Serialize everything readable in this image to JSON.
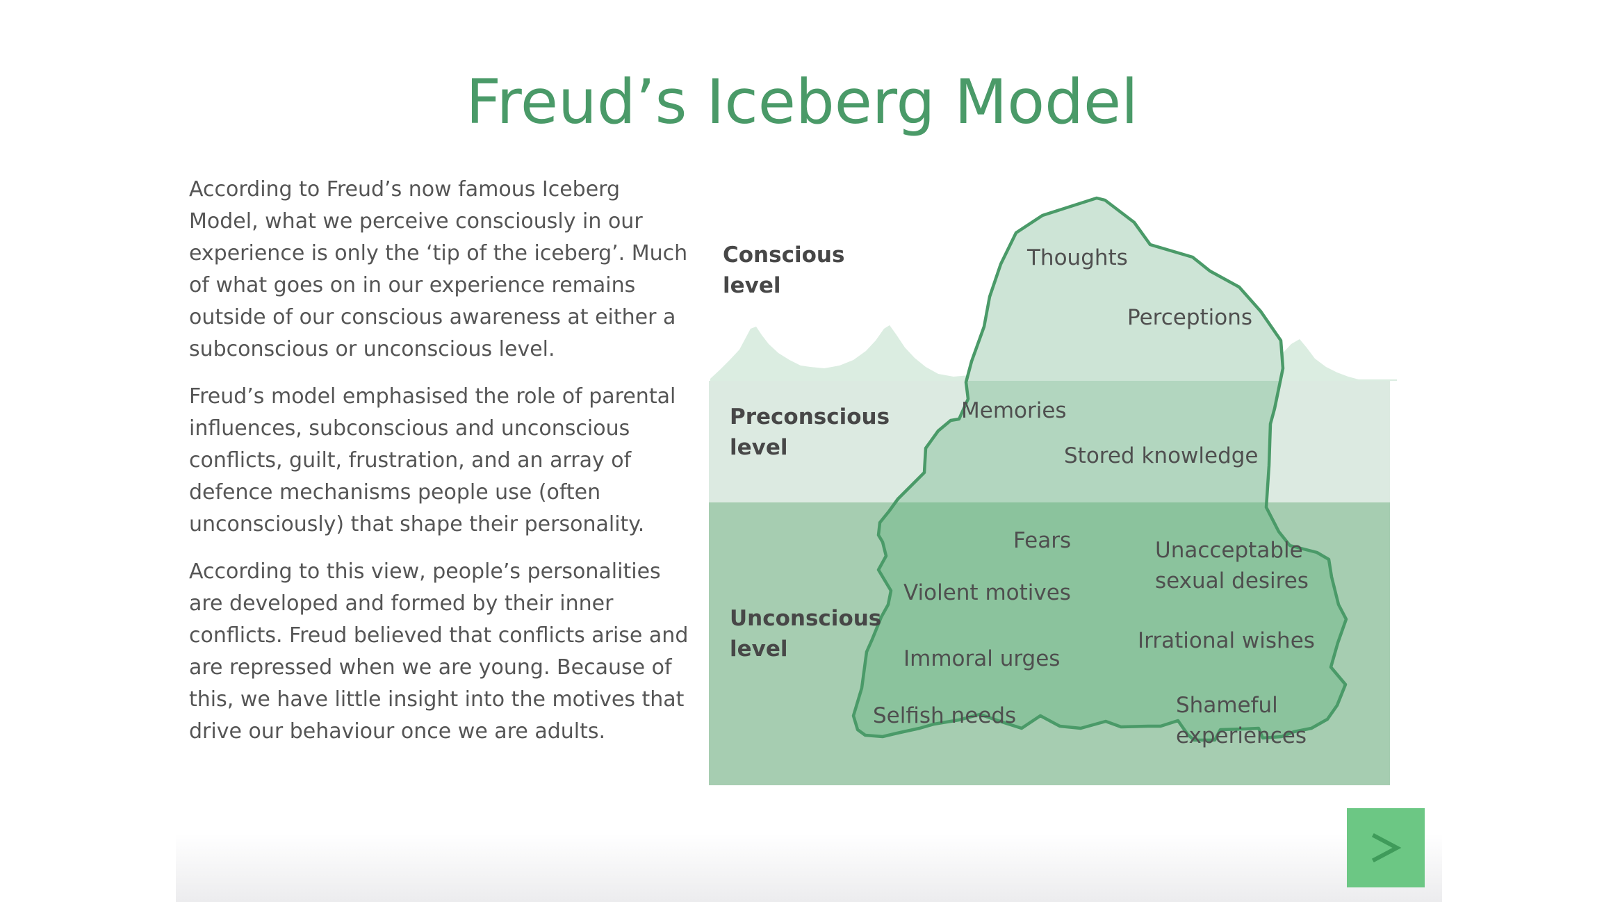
{
  "title": "Freud’s Iceberg Model",
  "paragraphs": [
    "According to Freud’s now famous Iceberg Model, what we perceive consciously in our experience is only the ‘tip of the iceberg’. Much of what goes on in our experience remains outside of our conscious awareness at either a subconscious or unconscious level.",
    "Freud’s model emphasised the role of parental influences, subconscious and unconscious conflicts, guilt, frustration, and an array of defence mechanisms people use (often unconsciously) that shape their personality.",
    "According to this view, people’s personalities are developed and formed by their inner conflicts.  Freud believed that conflicts arise and are repressed when we are young. Because of this, we have little insight into the motives that drive our behaviour once we are adults."
  ],
  "diagram": {
    "levels": {
      "conscious": [
        "Conscious",
        "level"
      ],
      "preconscious": [
        "Preconscious",
        "level"
      ],
      "unconscious": [
        "Unconscious",
        "level"
      ]
    },
    "items": {
      "thoughts": "Thoughts",
      "perceptions": "Perceptions",
      "memories": "Memories",
      "stored_knowledge": "Stored knowledge",
      "fears": "Fears",
      "unacceptable_sexual_desires": [
        "Unacceptable",
        "sexual desires"
      ],
      "violent_motives": "Violent motives",
      "irrational_wishes": "Irrational wishes",
      "immoral_urges": "Immoral urges",
      "selfish_needs": "Selfish needs",
      "shameful_experiences": [
        "Shameful",
        "experiences"
      ]
    },
    "colors": {
      "iceberg_outline": "#4a9a68",
      "conscious_fill": "#cde4d6",
      "preconscious_band": "#dceae1",
      "preconscious_fill": "#b2d6bf",
      "unconscious_band": "#a6cdb1",
      "unconscious_fill": "#8bc39d",
      "mountains": "#dbede1"
    }
  },
  "next_button": {
    "icon": "chevron-right-icon",
    "color": "#6cc784"
  }
}
